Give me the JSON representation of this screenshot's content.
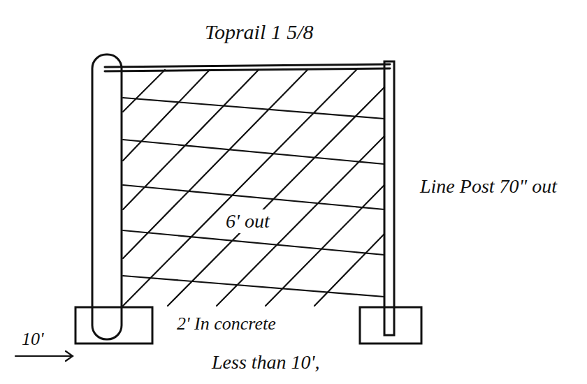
{
  "diagram": {
    "labels": [
      "Toprail 1 5/8",
      "Less than 10',",
      "10'",
      "2' In concrete",
      "6' out",
      "Line Post 70\" out"
    ]
  }
}
